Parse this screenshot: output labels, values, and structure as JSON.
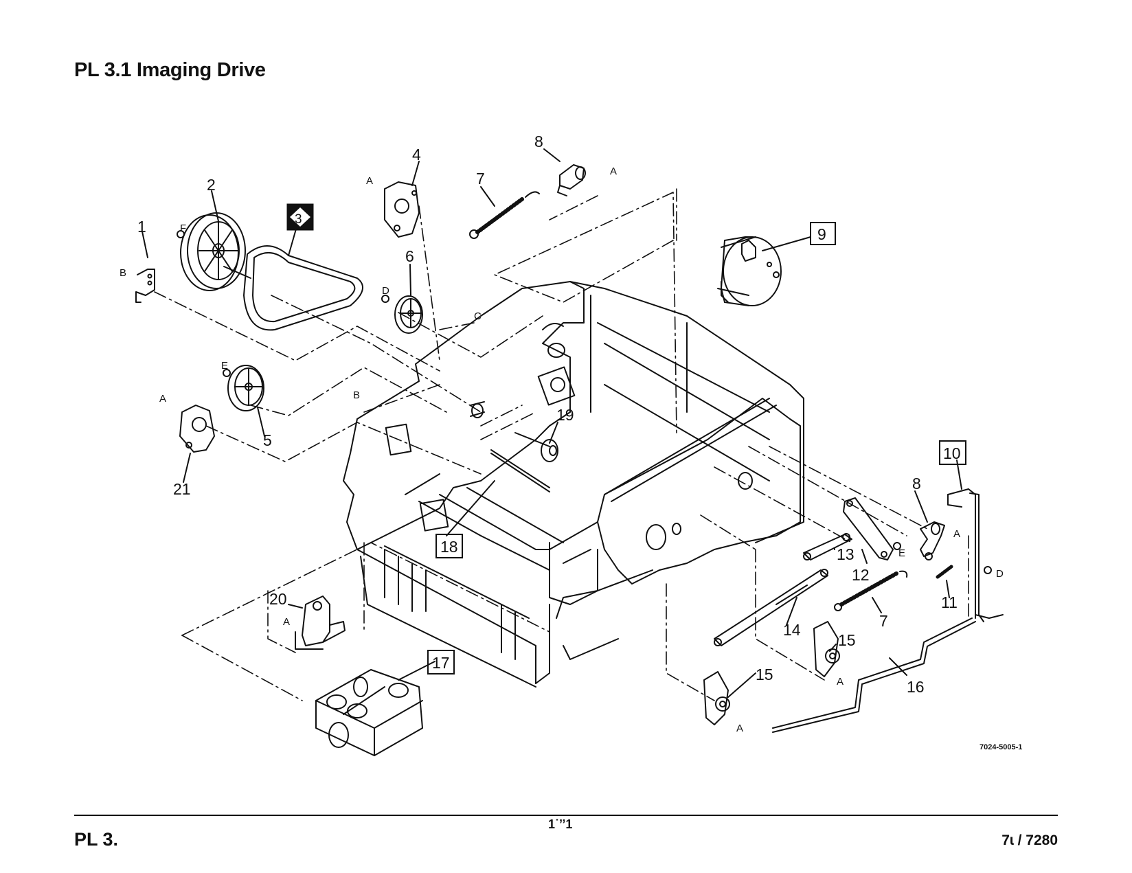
{
  "page": {
    "title": "PL 3.1 Imaging Drive",
    "footer_left": "PL 3.",
    "footer_center": "1˙’’1",
    "footer_right": "7ɩ   / 7280",
    "figure_id": "7024-5005-1"
  },
  "callouts": {
    "c1": "1",
    "c2": "2",
    "c3": "3",
    "c4": "4",
    "c5": "5",
    "c6": "6",
    "c7a": "7",
    "c7b": "7",
    "c8a": "8",
    "c8b": "8",
    "c9": "9",
    "c10": "10",
    "c11": "11",
    "c12": "12",
    "c13": "13",
    "c14": "14",
    "c15a": "15",
    "c15b": "15",
    "c16": "16",
    "c17": "17",
    "c18": "18",
    "c19": "19",
    "c20": "20",
    "c21": "21"
  },
  "refs": {
    "a1": "A",
    "a2": "A",
    "a3": "A",
    "a4": "A",
    "a5": "A",
    "a6": "A",
    "a7": "A",
    "b1": "B",
    "b2": "B",
    "c1": "C",
    "d1": "D",
    "d2": "D",
    "e1": "E",
    "e2": "E",
    "f1": "F"
  }
}
